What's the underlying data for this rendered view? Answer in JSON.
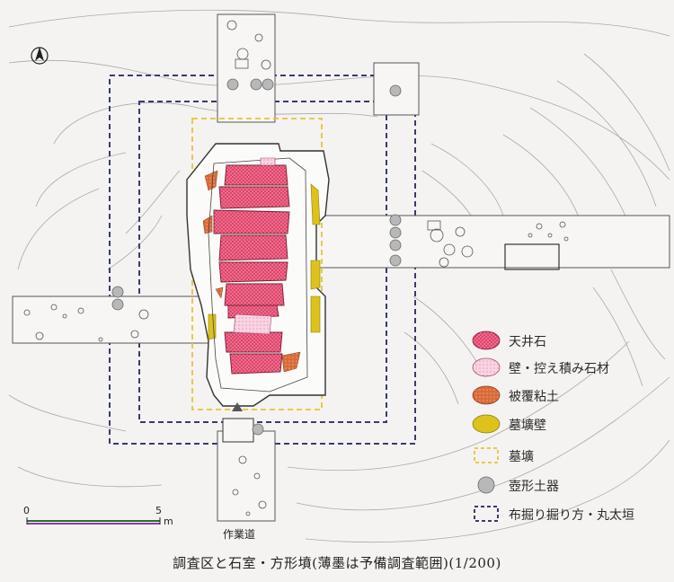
{
  "caption": "調査区と石室・方形墳(薄墨は予備調査範囲)(1/200)",
  "road_label": "作業道",
  "scale": {
    "zero": "0",
    "five": "5",
    "unit": "m"
  },
  "legend": [
    {
      "label": "天井石",
      "symbol": "ellipse",
      "color": "#e0436a"
    },
    {
      "label": "壁・控え積み石材",
      "symbol": "ellipse-dotted",
      "color": "#f2b8d0"
    },
    {
      "label": "被覆粘土",
      "symbol": "ellipse",
      "color": "#d96a3a"
    },
    {
      "label": "墓壙壁",
      "symbol": "ellipse",
      "color": "#ddc21c"
    },
    {
      "label": "墓壙",
      "symbol": "dashed-rect",
      "color": "#e8c23a"
    },
    {
      "label": "壺形土器",
      "symbol": "circle",
      "color": "#b8b8b8"
    },
    {
      "label": "布掘り掘り方・丸太垣",
      "symbol": "dashed-rect",
      "color": "#3a3a6e"
    }
  ],
  "north_arrow": "north-arrow-icon"
}
